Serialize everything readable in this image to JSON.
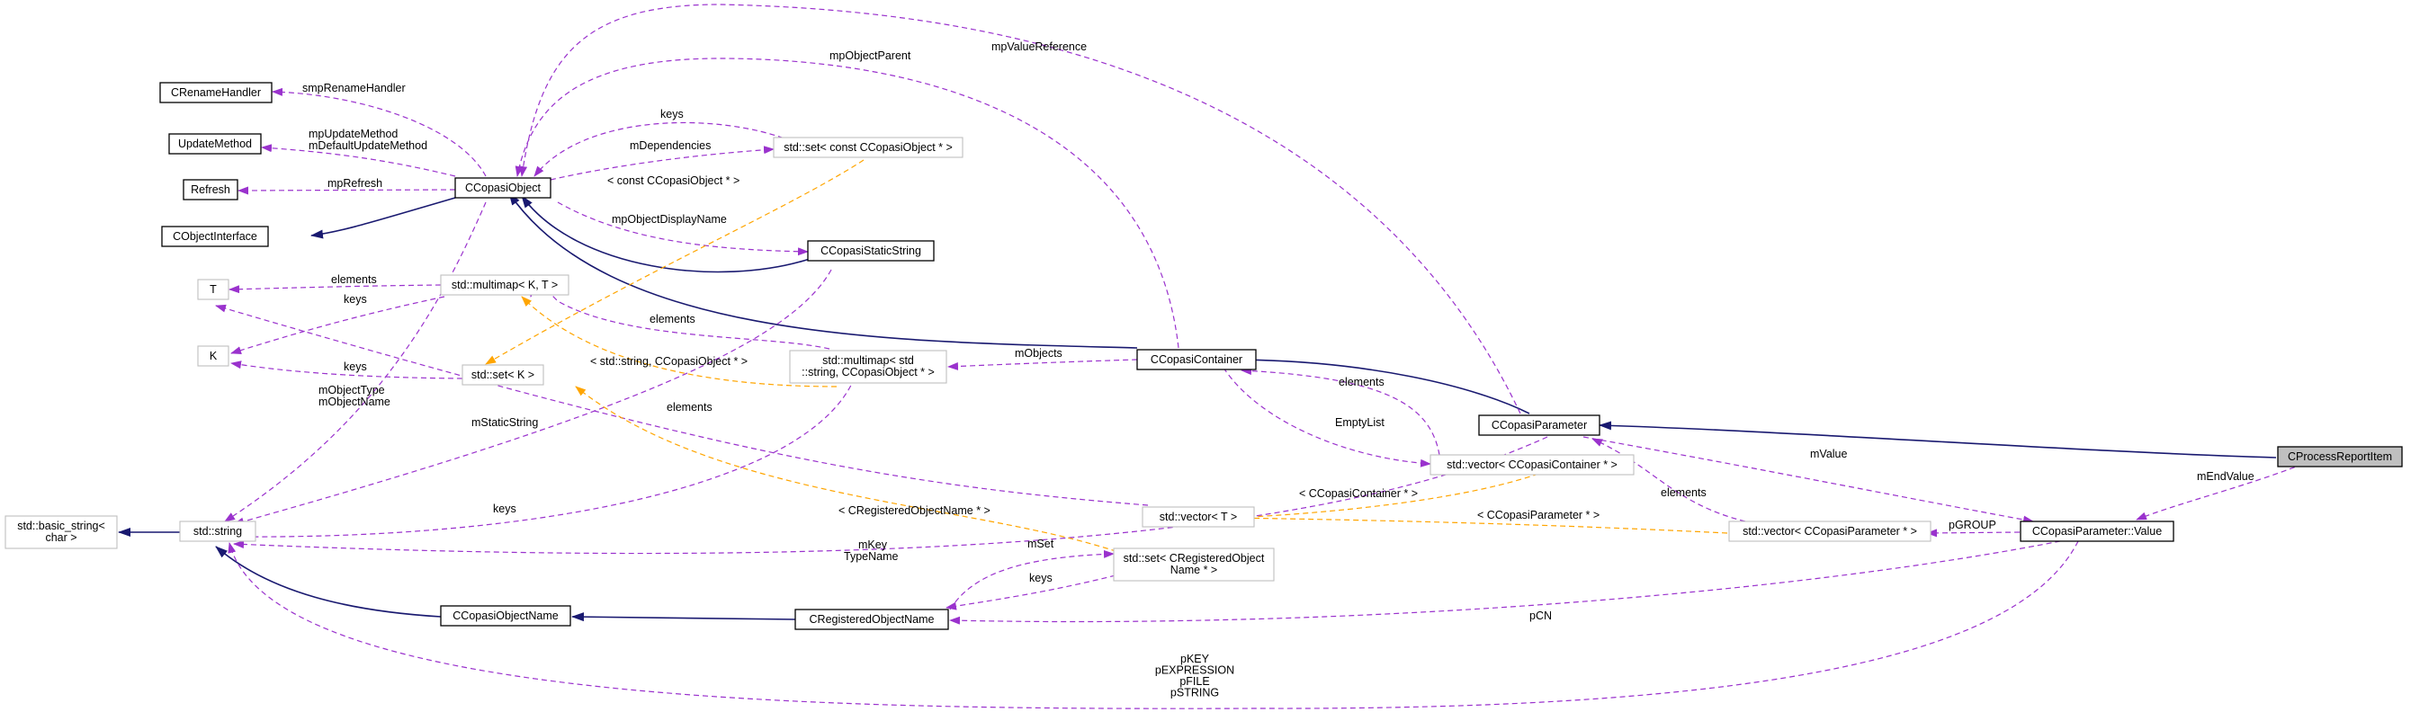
{
  "colors": {
    "inheritance": "#191970",
    "usage": "#9a32cd",
    "template": "#ffa500",
    "highlight_fill": "#bfbfbf",
    "grey_border": "#bfbfbf"
  },
  "nodes": {
    "cprocessreportitem": "CProcessReportItem",
    "ccopasiparameter_value": "CCopasiParameter::Value",
    "ccopasiparameter": "CCopasiParameter",
    "ccopasicontainer": "CCopasiContainer",
    "ccopasiobject": "CCopasiObject",
    "crenamehandler": "CRenameHandler",
    "updatemethod": "UpdateMethod",
    "refresh": "Refresh",
    "cobjectinterface": "CObjectInterface",
    "t": "T",
    "k": "K",
    "std_basic_string": [
      "std::basic_string<",
      "char >"
    ],
    "std_string": "std::string",
    "std_multimap_kt": "std::multimap< K, T >",
    "std_set_k": "std::set< K >",
    "std_set_const_ccopasiobject": "std::set< const CCopasiObject * >",
    "ccopasistaticstring": "CCopasiStaticString",
    "std_multimap_string": [
      "std::multimap< std",
      "::string, CCopasiObject * >"
    ],
    "std_vector_ccopasicontainer": "std::vector< CCopasiContainer * >",
    "std_vector_t": "std::vector< T >",
    "std_vector_ccopasiparameter": "std::vector< CCopasiParameter * >",
    "std_set_cregisteredobjectname": [
      "std::set< CRegisteredObject",
      "Name * >"
    ],
    "ccopasiobjectname": "CCopasiObjectName",
    "cregisteredobjectname": "CRegisteredObjectName"
  },
  "edge_labels": {
    "mpValueReference": "mpValueReference",
    "mpObjectParent": "mpObjectParent",
    "smpRenameHandler": "smpRenameHandler",
    "keys_top": "keys",
    "mpUpdateMethod": [
      "mpUpdateMethod",
      "mDefaultUpdateMethod"
    ],
    "mDependencies": "mDependencies",
    "mpRefresh": "mpRefresh",
    "tpl_const_ccopasiobject": "< const CCopasiObject * >",
    "mpObjectDisplayName": "mpObjectDisplayName",
    "elements_t": "elements",
    "keys_k1": "keys",
    "elements_mid": "elements",
    "keys_k2": "keys",
    "tpl_string_ccopasiobject": "< std::string, CCopasiObject * >",
    "mObjects": "mObjects",
    "elements_container": "elements",
    "mObjectType": [
      "mObjectType",
      "mObjectName"
    ],
    "elements_lower": "elements",
    "mStaticString": "mStaticString",
    "EmptyList": "EmptyList",
    "mValue": "mValue",
    "mEndValue": "mEndValue",
    "keys_string": "keys",
    "tpl_ccopasicontainer": "< CCopasiContainer * >",
    "tpl_ccopasiparameter": "< CCopasiParameter * >",
    "elements_param": "elements",
    "tpl_cregisteredobjectname": "< CRegisteredObjectName * >",
    "mSet": "mSet",
    "pGROUP": "pGROUP",
    "mKey": [
      "mKey",
      "TypeName"
    ],
    "keys_regset": "keys",
    "pCN": "pCN",
    "pstrings": [
      "pKEY",
      "pEXPRESSION",
      "pFILE",
      "pSTRING"
    ]
  }
}
